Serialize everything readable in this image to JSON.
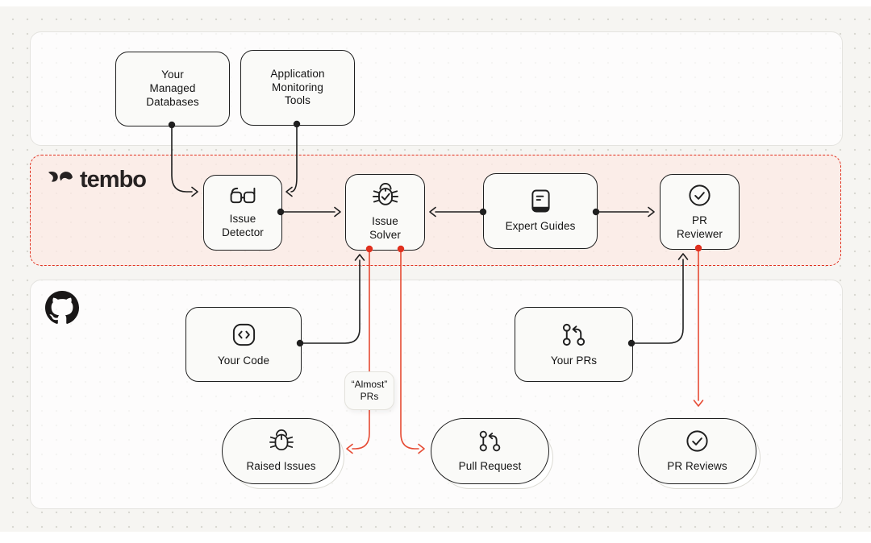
{
  "colors": {
    "accent_red": "#E0301E",
    "arrow_red": "#E64A33",
    "ink": "#1F1F1F",
    "tembo_band_bg": "#FCEBE5",
    "canvas_bg": "#F6F5F2"
  },
  "tembo": {
    "wordmark": "tembo"
  },
  "nodes": {
    "managed_db": {
      "label": "Your\nManaged\nDatabases"
    },
    "app_monitoring": {
      "label": "Application\nMonitoring\nTools"
    },
    "issue_detector": {
      "label": "Issue\nDetector",
      "icon": "glasses-icon"
    },
    "issue_solver": {
      "label": "Issue\nSolver",
      "icon": "bug-check-icon"
    },
    "expert_guides": {
      "label": "Expert Guides",
      "icon": "journal-icon"
    },
    "pr_reviewer": {
      "label": "PR\nReviewer",
      "icon": "check-circle-icon"
    },
    "your_code": {
      "label": "Your Code",
      "icon": "code-icon"
    },
    "your_prs": {
      "label": "Your PRs",
      "icon": "git-pull-request-icon"
    },
    "raised_issues": {
      "label": "Raised Issues",
      "icon": "bug-icon"
    },
    "pull_request": {
      "label": "Pull Request",
      "icon": "git-pull-request-icon"
    },
    "pr_reviews": {
      "label": "PR Reviews",
      "icon": "check-circle-icon"
    }
  },
  "annotation": {
    "almost_prs": "“Almost”\nPRs"
  },
  "logos": {
    "github": "github-icon",
    "tembo_mark": "tembo-mark-icon"
  }
}
